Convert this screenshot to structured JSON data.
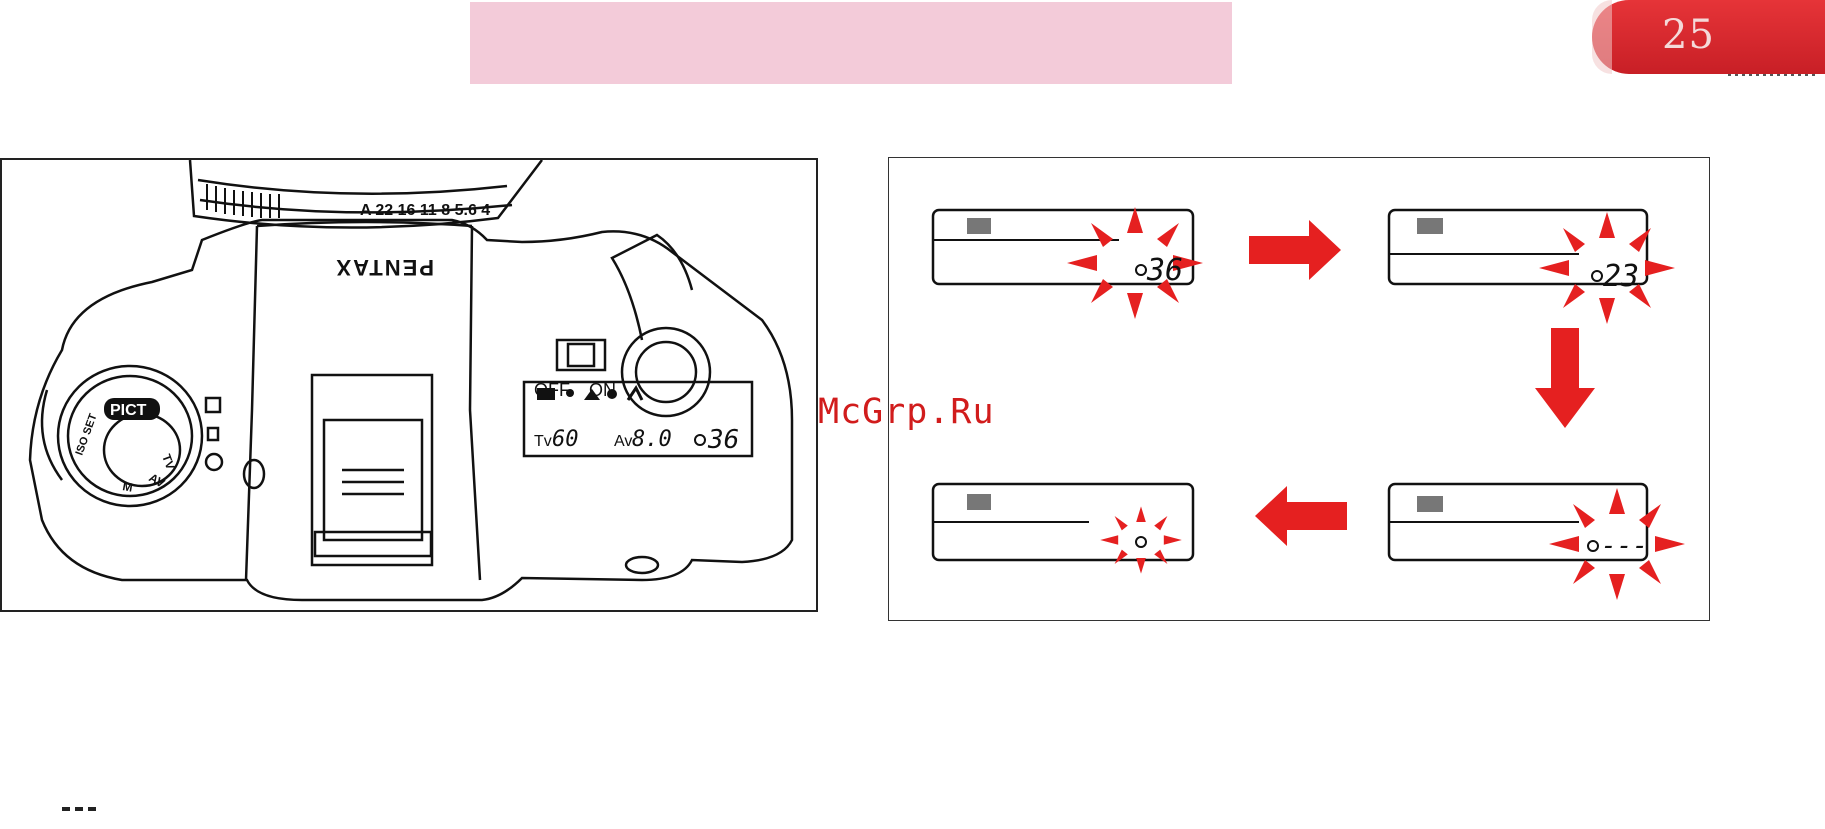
{
  "header": {
    "banner_color": "#f3cbd9",
    "page_number": "25",
    "tab_color": "#d7262c"
  },
  "camera": {
    "brand": "PENTAX",
    "aperture_scale": "A 22 16 11 8 5.6 4",
    "power_off": "OFF",
    "power_on": "ON",
    "dial_pict": "PICT",
    "dial_iso": "ISO SET",
    "dial_tv": "TV",
    "dial_av": "AV",
    "dial_m": "M",
    "lcd_tv_label": "Tv",
    "lcd_tv_value": "60",
    "lcd_av_label": "Av",
    "lcd_av_value": "8.0",
    "lcd_frame_count": "36"
  },
  "diagram": {
    "panel1_value": "36",
    "panel2_value": "23",
    "panel3_value": "---",
    "panel4_value": "",
    "accent_color": "#e52020"
  },
  "watermark": "McGrp.Ru"
}
